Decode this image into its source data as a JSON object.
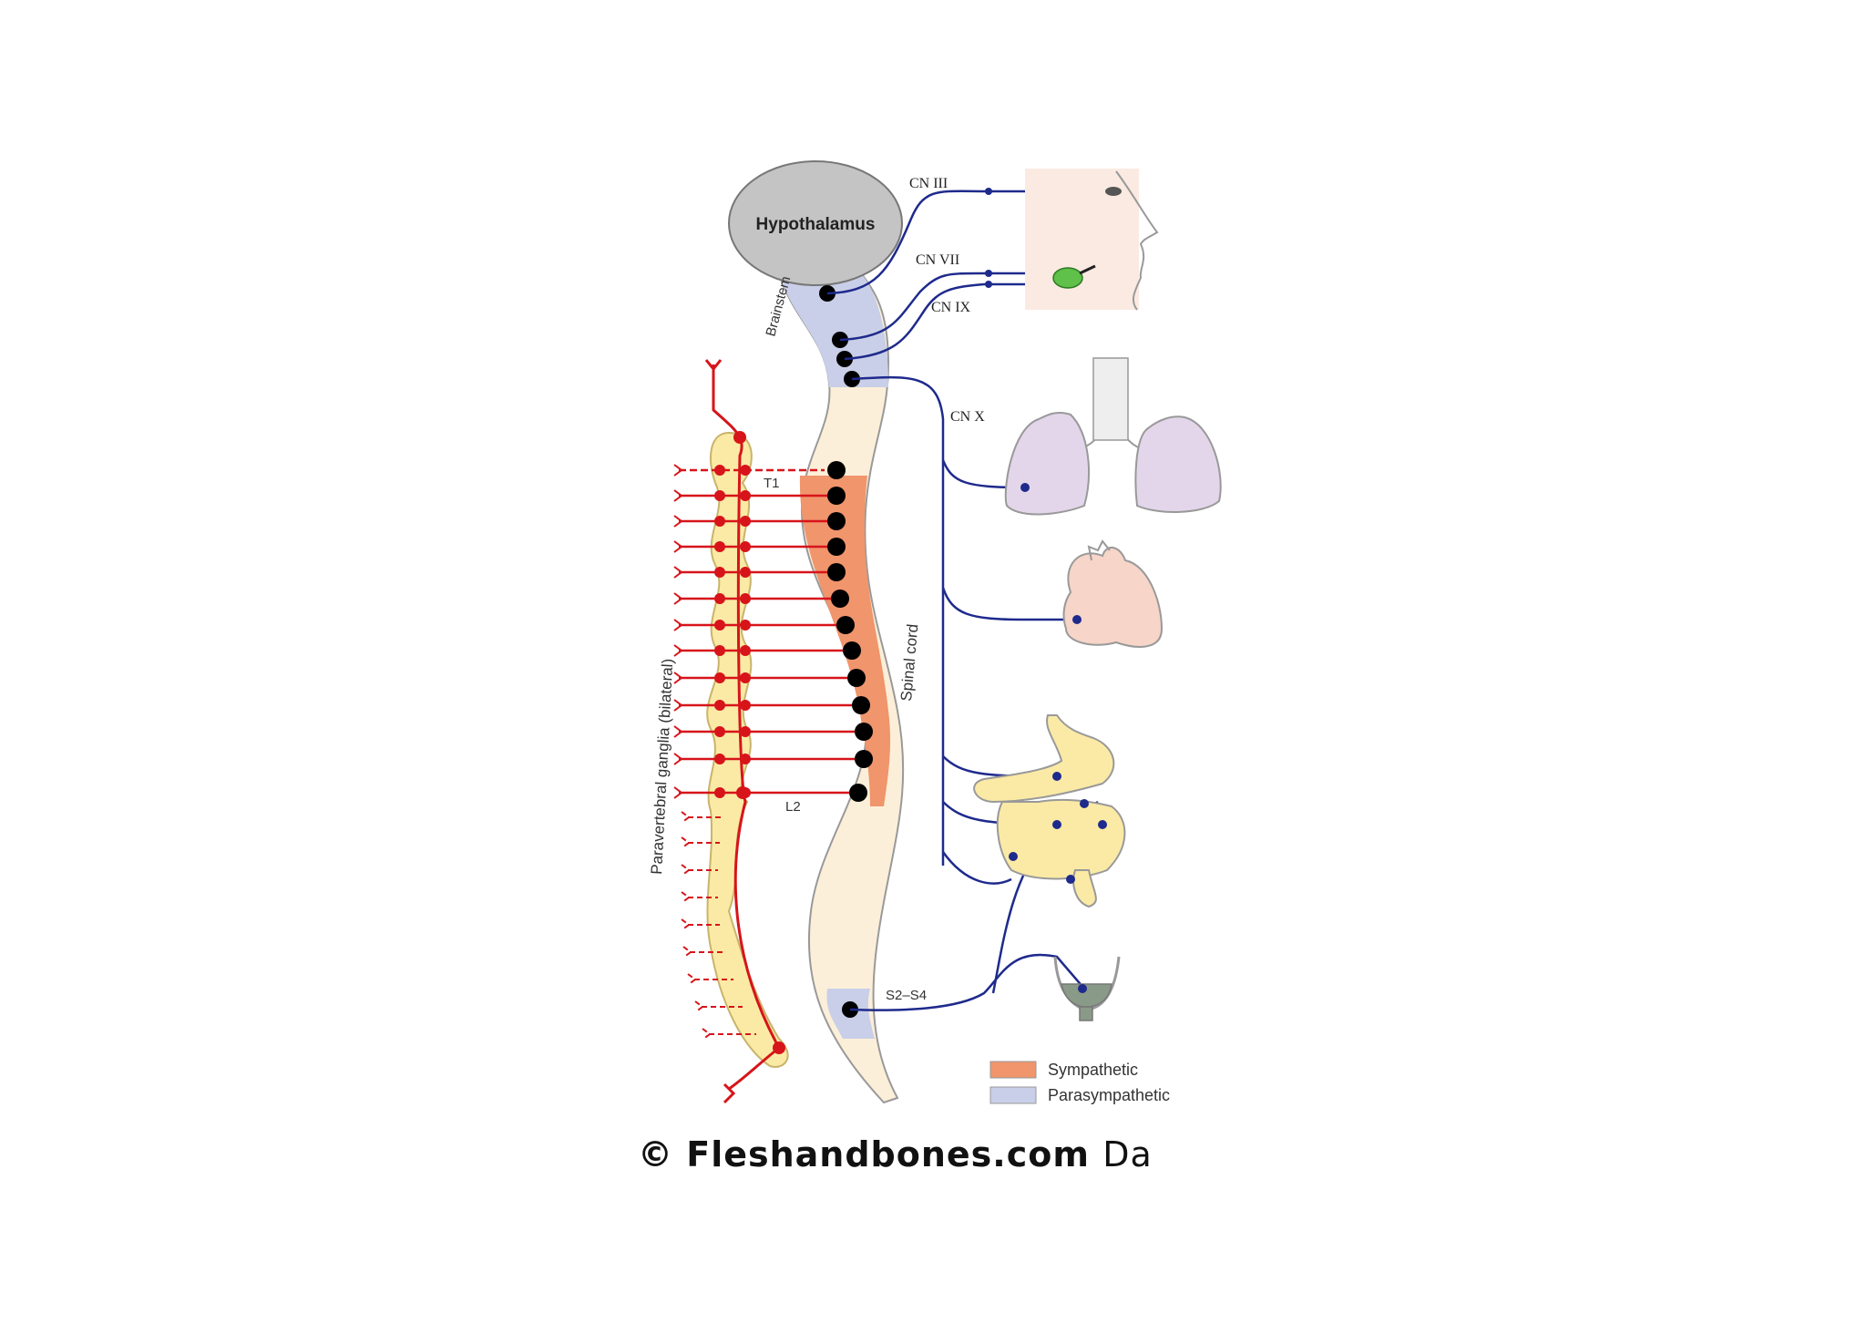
{
  "diagram": {
    "hypothalamus_label": "Hypothalamus",
    "brainstem_label": "Brainstem",
    "spinal_cord_label": "Spinal cord",
    "ganglia_label": "Paravertebral ganglia (bilateral)",
    "level_labels": {
      "t1": "T1",
      "l2": "L2",
      "sacral": "S2–S4"
    },
    "nerves": {
      "cn3": "CN III",
      "cn7": "CN VII",
      "cn9": "CN IX",
      "cn10": "CN X"
    },
    "legend": [
      {
        "label": "Sympathetic",
        "color": "#f0956c"
      },
      {
        "label": "Parasympathetic",
        "color": "#c9cfe8"
      }
    ],
    "colors": {
      "sympathetic_nerve": "#d7141a",
      "parasympathetic_nerve": "#1e2a8c",
      "ganglia_chain": "#fbeaa5",
      "cord": "#fcefd9"
    }
  },
  "footer": {
    "copyright": "© Fleshandbones.com",
    "tail": "Da"
  }
}
